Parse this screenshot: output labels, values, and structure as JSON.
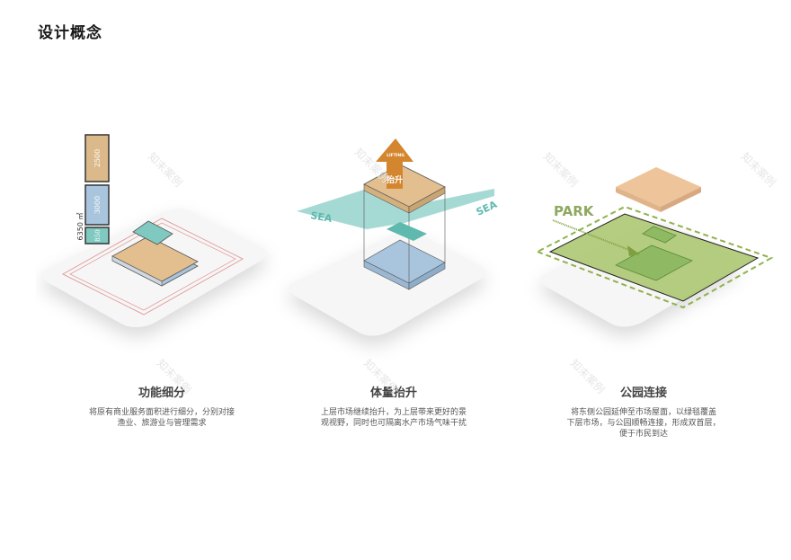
{
  "page": {
    "title": "设计概念"
  },
  "panels": [
    {
      "heading": "功能细分",
      "description_lines": [
        "将原有商业服务面积进行细分，分别对接",
        "渔业、旅游业与管理需求"
      ],
      "legend": {
        "total_label": "6350 ㎡",
        "blocks": [
          {
            "value": "2500",
            "color": "#dcb98a"
          },
          {
            "value": "3000",
            "color": "#a9c4dd"
          },
          {
            "value": "850",
            "color": "#7fc9c0"
          }
        ]
      }
    },
    {
      "heading": "体量抬升",
      "description_lines": [
        "上层市场继续抬升，为上层带来更好的景",
        "观视野，同时也可隔离水产市场气味干扰"
      ],
      "arrow": {
        "label_en": "LIFTING",
        "label_cn": "抬升",
        "color": "#d4862f"
      },
      "sea_labels": [
        "SEA",
        "SEA"
      ]
    },
    {
      "heading": "公园连接",
      "description_lines": [
        "将东侧公园延伸至市场屋面，以绿毯覆盖",
        "下层市场，与公园顺畅连接，形成双首层，",
        "便于市民到达"
      ],
      "park_label": "PARK"
    }
  ],
  "colors": {
    "tan": "#e3bf8f",
    "blue": "#a9c4dd",
    "teal": "#7fc9c0",
    "green": "#9bbb59",
    "orange": "#d4862f"
  },
  "watermark": "知末案例"
}
